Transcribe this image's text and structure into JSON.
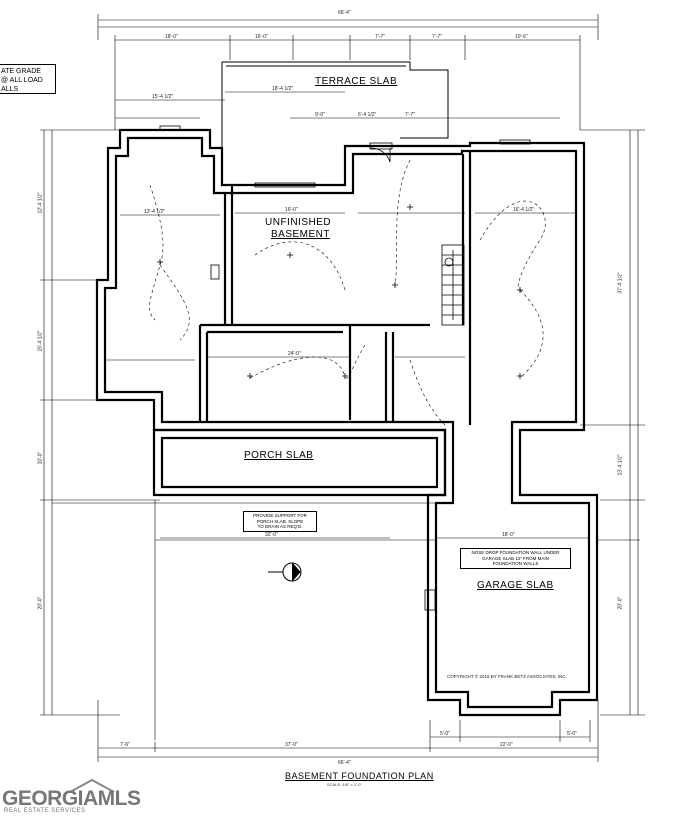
{
  "image": {
    "description": "Basement foundation plan architectural drawing"
  },
  "labels": {
    "terrace_slab": "TERRACE SLAB",
    "unfinished_basement": "UNFINISHED",
    "unfinished_basement_2": "BASEMENT",
    "porch_slab": "PORCH SLAB",
    "garage_slab": "GARAGE SLAB",
    "plan_title": "BASEMENT FOUNDATION PLAN",
    "plan_scale": "SCALE: 1/8\" = 1'-0\""
  },
  "notes": {
    "corner_note_1": "ATE GRADE",
    "corner_note_2": "@ ALL LOAD",
    "corner_note_3": "ALLS",
    "provide_support": "PROVIDE SUPPORT FOR\nPORCH SLAB. SLOPE\nTO DRAIN AS REQ'D.",
    "nose_drop": "NOSE DROP FOUNDATION WALL UNDER\nGARAGE SLAB 12\" FROM MAIN\nFOUNDATION WALLS",
    "copyright": "COPYRIGHT © 2016 BY FRANK BETZ ASSOCIATES, INC."
  },
  "dimensions": {
    "overall_width": "66'-4\"",
    "overall_width_bottom": "66'-4\"",
    "top_a": "18'-0\"",
    "top_b": "16'-0\"",
    "top_c": "7'-7\"",
    "top_d": "7'-7\"",
    "top_e": "10'-6\"",
    "mid_a": "15'-4 1/2\"",
    "mid_b": "18'-4 1/2\"",
    "mid_c": "9'-0\"",
    "mid_d": "6'-4 1/2\"",
    "mid_e": "7'-7\"",
    "bottom_a": "7'-6\"",
    "bottom_b": "37'-0\"",
    "bottom_c": "22'-0\"",
    "bottom_d": "5'-0\"",
    "bottom_e": "5'-0\"",
    "left_a": "12'-4 1/2\"",
    "left_b": "15'-4 1/2\"",
    "left_c": "10'-0\"",
    "left_d": "20'-0\"",
    "right_a": "37'-4 1/2\"",
    "right_b": "20'-0\"",
    "right_c": "13'-4 1/2\"",
    "room_a": "13'-4 1/2\"",
    "room_b": "16'-0\"",
    "room_c": "24'-0\"",
    "room_d": "16'-4 1/2\"",
    "garage_w": "18'-0\"",
    "porch_w": "32'-0\""
  }
}
